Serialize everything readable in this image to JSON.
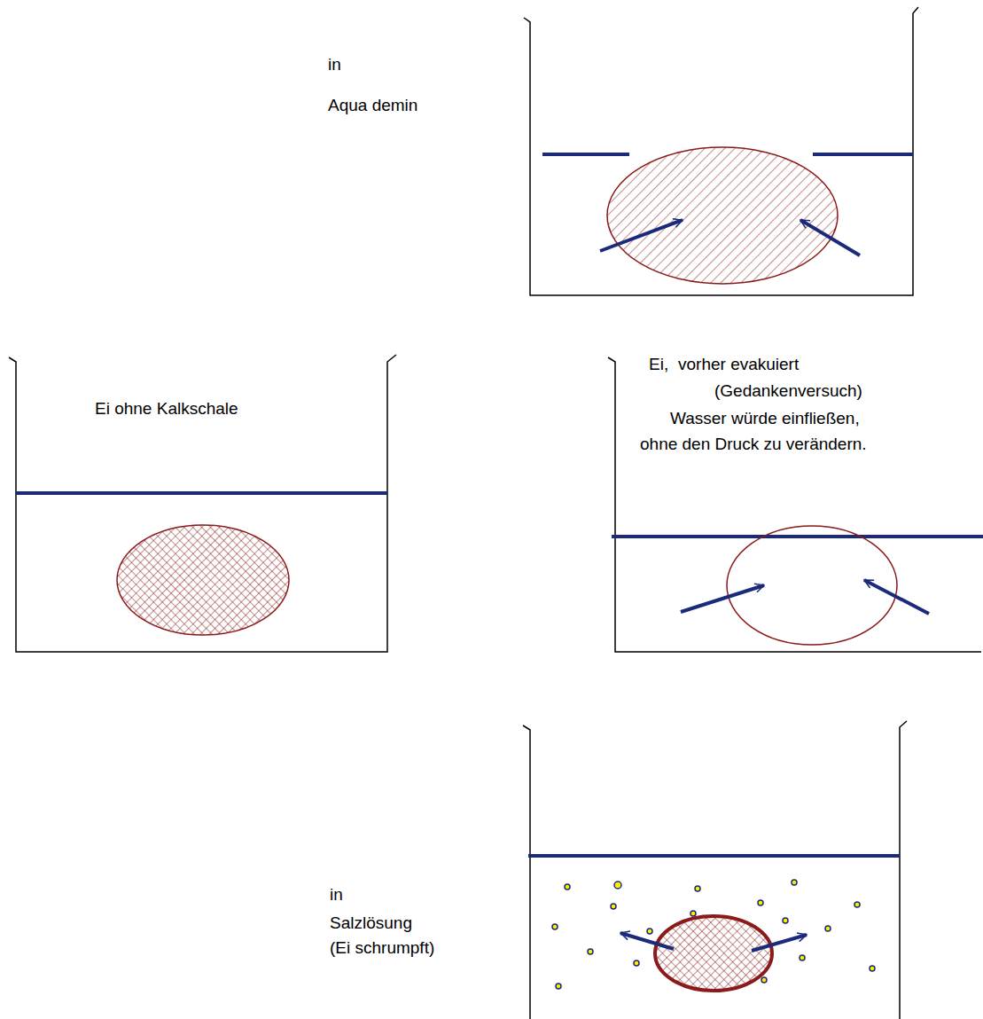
{
  "diagram": {
    "labels": [
      "in",
      "Aqua demin",
      "Ei ohne Kalkschale",
      "Ei,",
      "vorher evakuiert",
      "(Gedankenversuch)",
      "Wasser würde einfließen,",
      "ohne den Druck zu verändern.",
      "in",
      "Salzlösung",
      "(Ei schrumpft)"
    ]
  }
}
